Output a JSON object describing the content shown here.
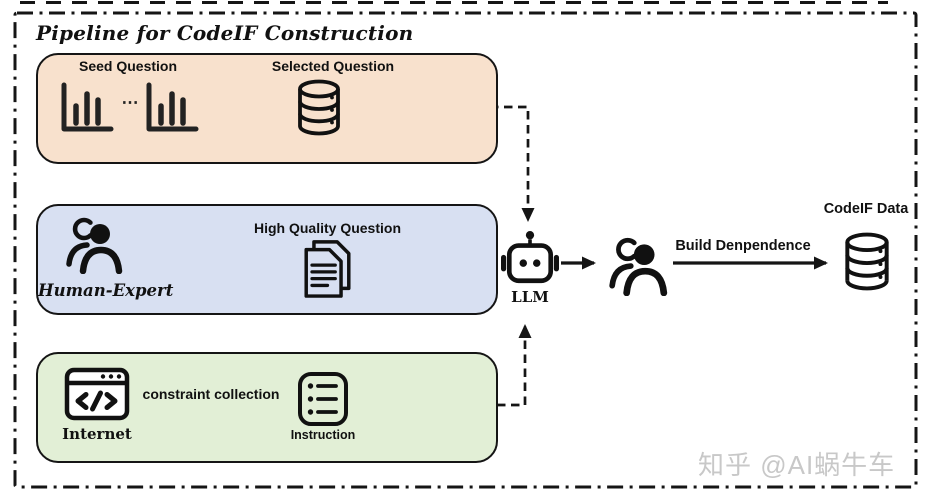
{
  "title": "Pipeline for CodeIF Construction",
  "watermark": "知乎 @AI蜗牛车",
  "colors": {
    "seed_box_bg": "#f8e1cd",
    "expert_box_bg": "#d8e0f2",
    "internet_box_bg": "#e2efd6",
    "stroke": "#151515",
    "watermark_text": "#c8c8c8"
  },
  "seed_section": {
    "seed_label": "Seed Question",
    "ellipsis": "⋯",
    "selected_label": "Selected Question"
  },
  "expert_section": {
    "actor_label": "Human-Expert",
    "output_label": "High Quality Question"
  },
  "internet_section": {
    "actor_label": "Internet",
    "process_label": "constraint collection",
    "output_label": "Instruction"
  },
  "center": {
    "llm_label": "LLM"
  },
  "output": {
    "process_label": "Build Denpendence",
    "data_label": "CodeIF Data"
  }
}
